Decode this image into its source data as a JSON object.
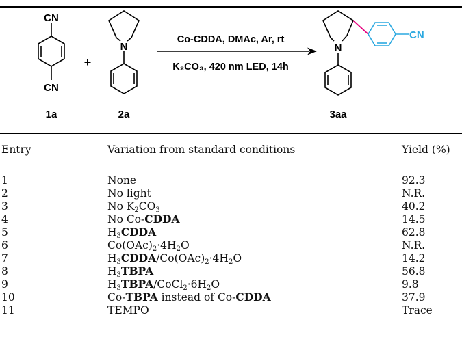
{
  "scheme": {
    "reactant1_label": "1a",
    "reactant2_label": "2a",
    "product_label": "3aa",
    "plus": "+",
    "cn_top": "CN",
    "cn_bottom": "CN",
    "cn_product": "CN",
    "n_reactant": "N",
    "n_product": "N",
    "conditions_line1": "Co-CDDA, DMAc, Ar, rt",
    "conditions_line2": "K₂CO₃, 420 nm LED, 14h",
    "colors": {
      "bond_highlight": "#e6007e",
      "ring_highlight": "#2aa8e0"
    }
  },
  "table": {
    "headers": {
      "entry": "Entry",
      "variation": "Variation from standard conditions",
      "yield": "Yield (%)"
    },
    "rows": [
      {
        "entry": "1",
        "variation": "None",
        "yield": "92.3"
      },
      {
        "entry": "2",
        "variation": "No light",
        "yield": "N.R."
      },
      {
        "entry": "3",
        "variation": "No K₂CO₃",
        "yield": "40.2"
      },
      {
        "entry": "4",
        "variation": "No Co-CDDA",
        "yield": "14.5"
      },
      {
        "entry": "5",
        "variation": "H₃CDDA",
        "yield": "62.8"
      },
      {
        "entry": "6",
        "variation": "Co(OAc)₂·4H₂O",
        "yield": "N.R."
      },
      {
        "entry": "7",
        "variation": "H₃CDDA/Co(OAc)₂·4H₂O",
        "yield": "14.2"
      },
      {
        "entry": "8",
        "variation": "H₃TBPA",
        "yield": "56.8"
      },
      {
        "entry": "9",
        "variation": "H₃TBPA/CoCl₂·6H₂O",
        "yield": "9.8"
      },
      {
        "entry": "10",
        "variation": "Co-TBPA instead of Co-CDDA",
        "yield": "37.9"
      },
      {
        "entry": "11",
        "variation": "TEMPO",
        "yield": "Trace"
      }
    ]
  }
}
